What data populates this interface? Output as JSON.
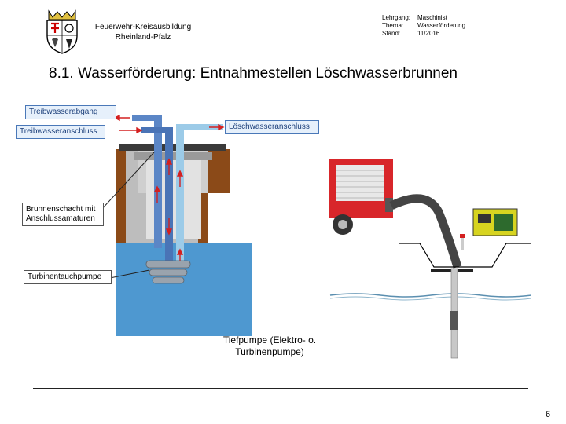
{
  "header": {
    "org_line1": "Feuerwehr-Kreisausbildung",
    "org_line2": "Rheinland-Pfalz",
    "meta": [
      {
        "key": "Lehrgang:",
        "value": "Maschinist"
      },
      {
        "key": "Thema:",
        "value": "Wasserförderung"
      },
      {
        "key": "Stand:",
        "value": "11/2016"
      }
    ]
  },
  "title": {
    "prefix": "8.1. Wasserförderung: ",
    "underlined": "Entnahmestellen Löschwasserbrunnen"
  },
  "diagram": {
    "label_treibwasserabgang": "Treibwasserabgang",
    "label_treibwasseranschluss": "Treibwasseranschluss",
    "label_loeschwasseranschluss": "Löschwasseranschluss",
    "label_brunnenschacht_1": "Brunnenschacht mit",
    "label_brunnenschacht_2": "Anschlussamaturen",
    "label_turbinentauchpumpe": "Turbinentauchpumpe"
  },
  "caption": {
    "line1": "Tiefpumpe (Elektro- o.",
    "line2": "Turbinenpumpe)"
  },
  "page_number": "6",
  "colors": {
    "soil": "#8b4a18",
    "water": "#2f86c8",
    "pipe_dark": "#5b86c6",
    "pipe_light": "#9ccbe8",
    "concrete": "#bdbdbd",
    "arrow_red": "#d42020",
    "truck_red": "#d8262a"
  }
}
